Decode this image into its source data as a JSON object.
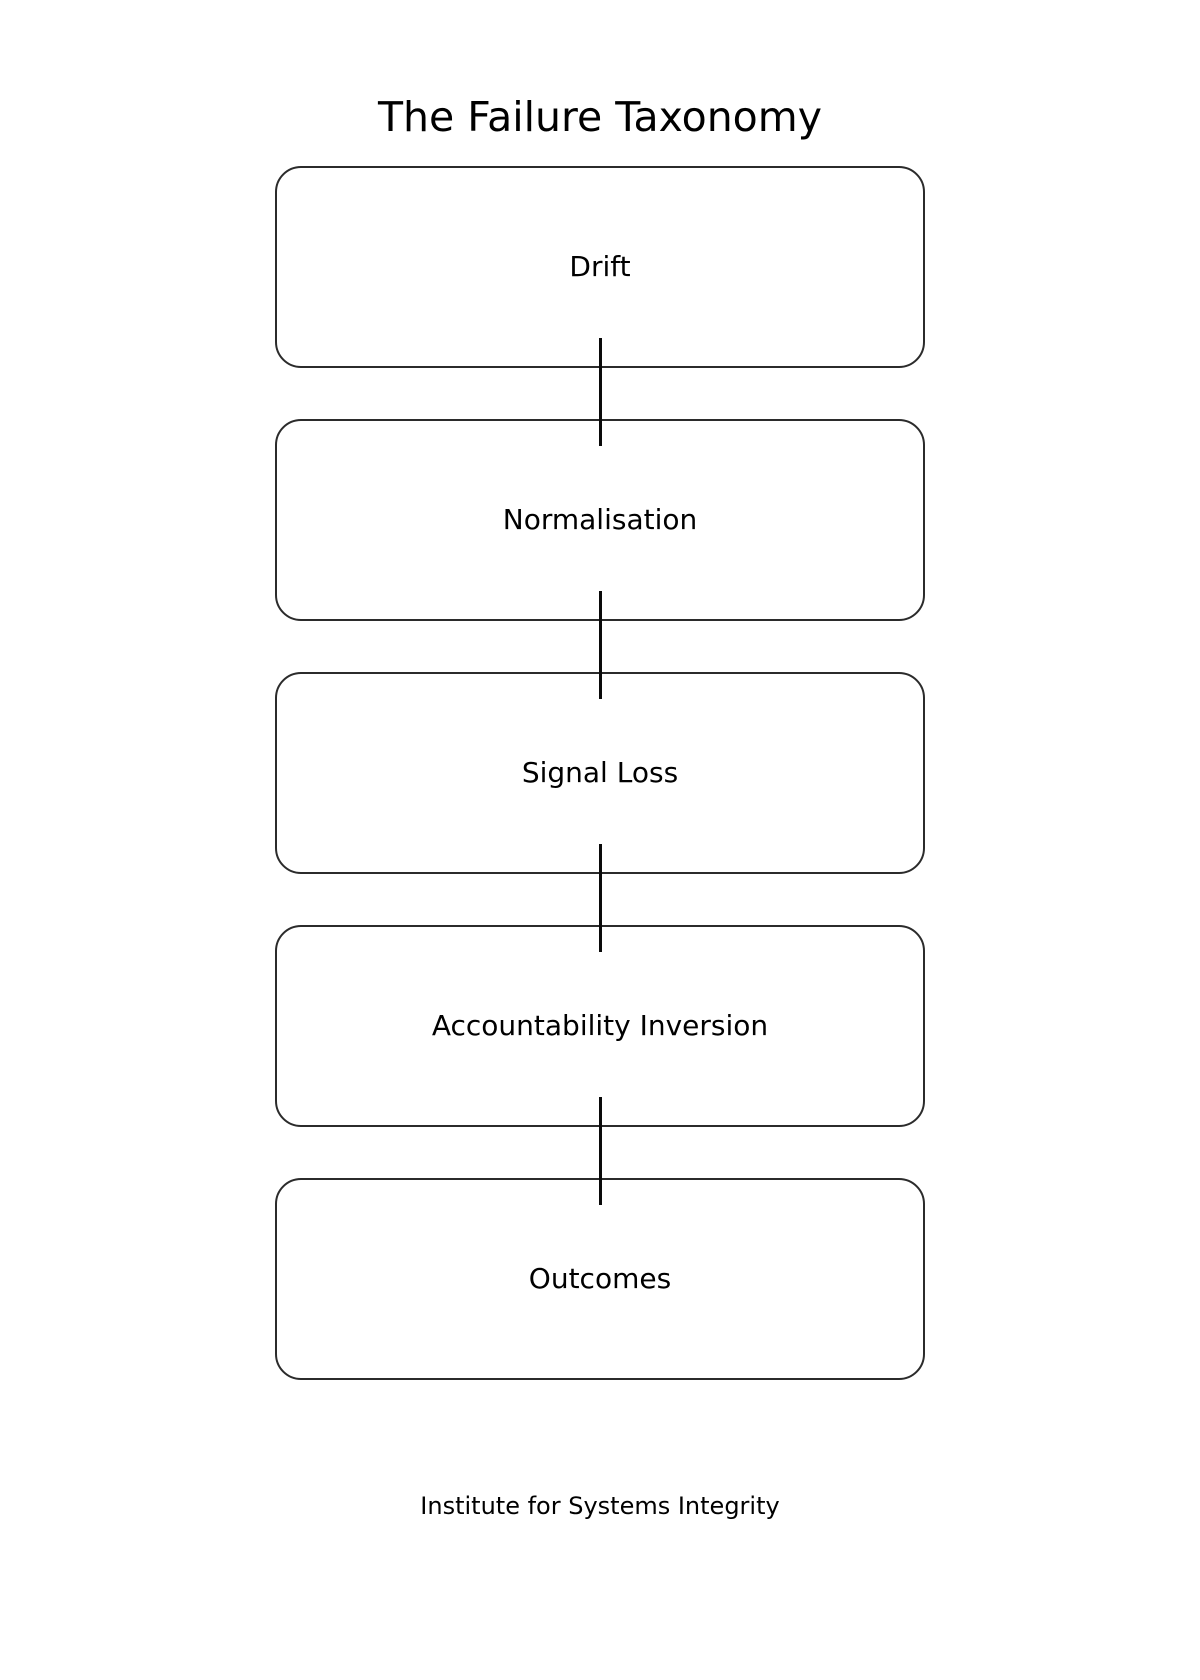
{
  "page": {
    "title": "The Failure Taxonomy",
    "footer": "Institute for Systems Integrity"
  },
  "diagram": {
    "type": "flowchart",
    "direction": "top-down",
    "nodes": [
      {
        "id": "drift",
        "label": "Drift"
      },
      {
        "id": "normalisation",
        "label": "Normalisation"
      },
      {
        "id": "signal-loss",
        "label": "Signal Loss"
      },
      {
        "id": "accountability-inversion",
        "label": "Accountability Inversion"
      },
      {
        "id": "outcomes",
        "label": "Outcomes"
      }
    ],
    "edges": [
      {
        "from": "drift",
        "to": "normalisation",
        "style": "plain-line"
      },
      {
        "from": "normalisation",
        "to": "signal-loss",
        "style": "plain-line"
      },
      {
        "from": "signal-loss",
        "to": "accountability-inversion",
        "style": "plain-line"
      },
      {
        "from": "accountability-inversion",
        "to": "outcomes",
        "style": "plain-line"
      }
    ]
  },
  "colors": {
    "background": "#ffffff",
    "box_border": "#2b2b2b",
    "connector": "#0a0a0a",
    "text": "#000000"
  }
}
